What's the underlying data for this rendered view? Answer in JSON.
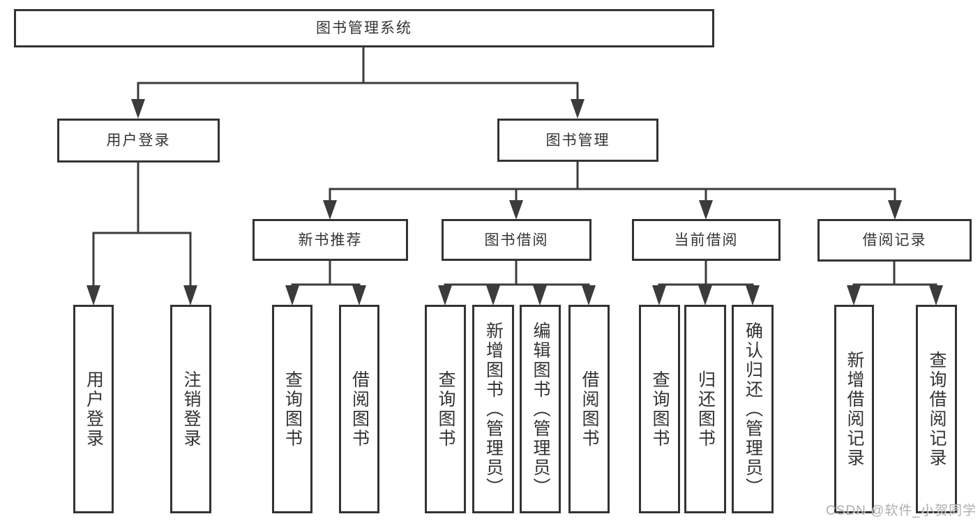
{
  "diagram": {
    "title": "图书管理系统",
    "tree": {
      "root": "图书管理系统",
      "user_login": {
        "label": "用户登录",
        "children": {
          "login": "用户登录",
          "logout": "注销登录"
        }
      },
      "book_management": {
        "label": "图书管理",
        "children": {
          "new_book_recommend": {
            "label": "新书推荐",
            "children": {
              "query_book": "查询图书",
              "borrow_book": "借阅图书"
            }
          },
          "book_borrow": {
            "label": "图书借阅",
            "children": {
              "query_book": "查询图书",
              "add_book_admin": "新增图书（管理员）",
              "edit_book_admin": "编辑图书（管理员）",
              "borrow_book": "借阅图书"
            }
          },
          "current_borrow": {
            "label": "当前借阅",
            "children": {
              "query_book": "查询图书",
              "return_book": "归还图书",
              "confirm_return_admin": "确认归还（管理员）"
            }
          },
          "borrow_record": {
            "label": "借阅记录",
            "children": {
              "add_borrow_record": "新增借阅记录",
              "query_borrow_record": "查询借阅记录"
            }
          }
        }
      }
    },
    "colors": {
      "line": "#3b3b3b",
      "box_border": "#333333",
      "text": "#333333",
      "watermark": "#a0a0a0",
      "background": "#ffffff"
    }
  },
  "watermark": {
    "text": "CSDN @软件_小贺同学"
  }
}
